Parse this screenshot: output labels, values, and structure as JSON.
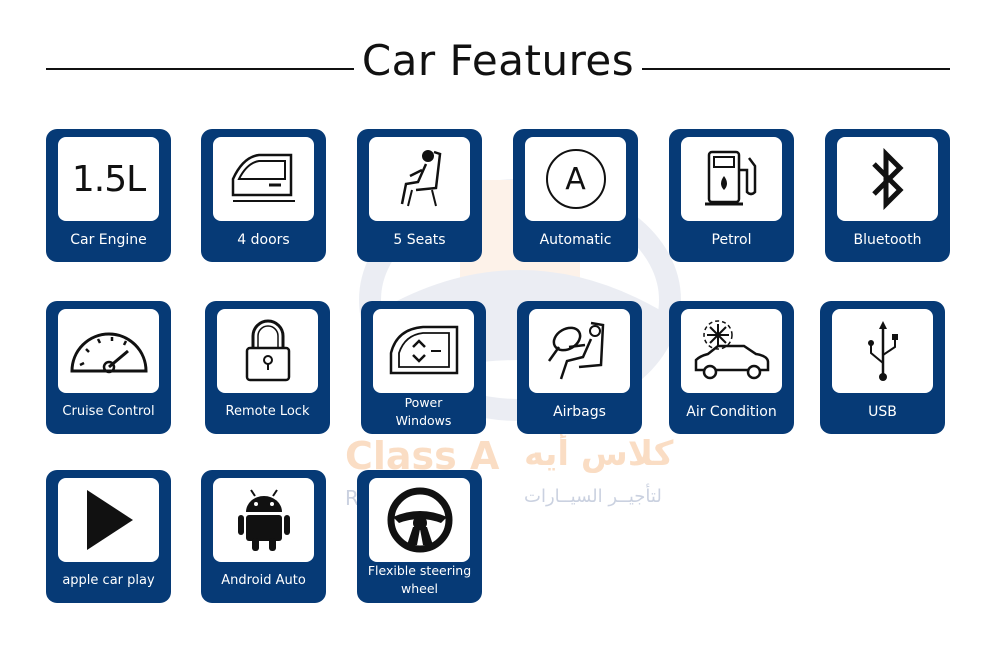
{
  "title": "Car Features",
  "watermark": {
    "brand_en": "Class A",
    "brand_ar": "كلاس أيه",
    "tagline_en": "R          ar",
    "tagline_ar": "لتأجيــر السيــارات"
  },
  "colors": {
    "tile": "#063a76",
    "inner": "#ffffff",
    "text": "#111111"
  },
  "features": [
    {
      "label": "Car Engine",
      "icon": "engine-1-5l-icon",
      "icon_text": "1.5L"
    },
    {
      "label": "4 doors",
      "icon": "car-door-icon"
    },
    {
      "label": "5 Seats",
      "icon": "seat-icon"
    },
    {
      "label": "Automatic",
      "icon": "automatic-transmission-icon",
      "icon_text": "A"
    },
    {
      "label": "Petrol",
      "icon": "fuel-pump-icon"
    },
    {
      "label": "Bluetooth",
      "icon": "bluetooth-icon"
    },
    {
      "label": "Cruise Control",
      "icon": "speedometer-icon"
    },
    {
      "label": "Remote Lock",
      "icon": "padlock-icon"
    },
    {
      "label": "Power Windows",
      "icon": "power-window-icon"
    },
    {
      "label": "Airbags",
      "icon": "airbag-icon"
    },
    {
      "label": "Air Condition",
      "icon": "air-condition-icon"
    },
    {
      "label": "USB",
      "icon": "usb-icon"
    },
    {
      "label": "apple car play",
      "icon": "play-icon"
    },
    {
      "label": "Android Auto",
      "icon": "android-icon"
    },
    {
      "label": "Flexible steering wheel",
      "icon": "steering-wheel-icon"
    }
  ]
}
